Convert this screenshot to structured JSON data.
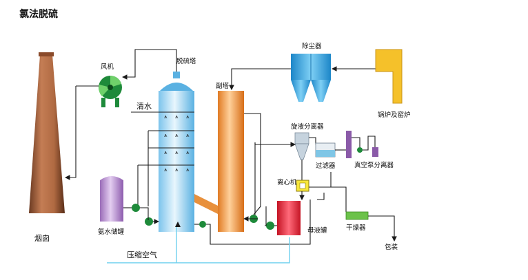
{
  "title": "氯法脱硫",
  "labels": {
    "chimney": "烟囱",
    "fan": "风机",
    "desulf_tower": "脱硫塔",
    "clear_water": "清水",
    "sub_tower": "副塔",
    "dust_collector": "除尘器",
    "boiler": "锅炉及窑炉",
    "cyclone": "旋液分离器",
    "filter": "过滤器",
    "vacuum_pump": "真空泵分离器",
    "centrifuge": "离心机",
    "ammonia_tank": "氨水储罐",
    "mother_liquor_tank": "母液罐",
    "dryer": "干燥器",
    "packing": "包装",
    "compressed_air": "压缩空气"
  },
  "colors": {
    "chimney": "#b9714a",
    "tower_blue": "#8fd3f4",
    "sub_tower_orange": "#f0a050",
    "dust_blue": "#2aa6e0",
    "boiler_yellow": "#f5c12a",
    "fan_green": "#1e8a3a",
    "tank_purple": "#b88ad0",
    "mother_red": "#e2243a",
    "dryer_green": "#6cc24a",
    "air_pipe": "#6fd0ee"
  }
}
